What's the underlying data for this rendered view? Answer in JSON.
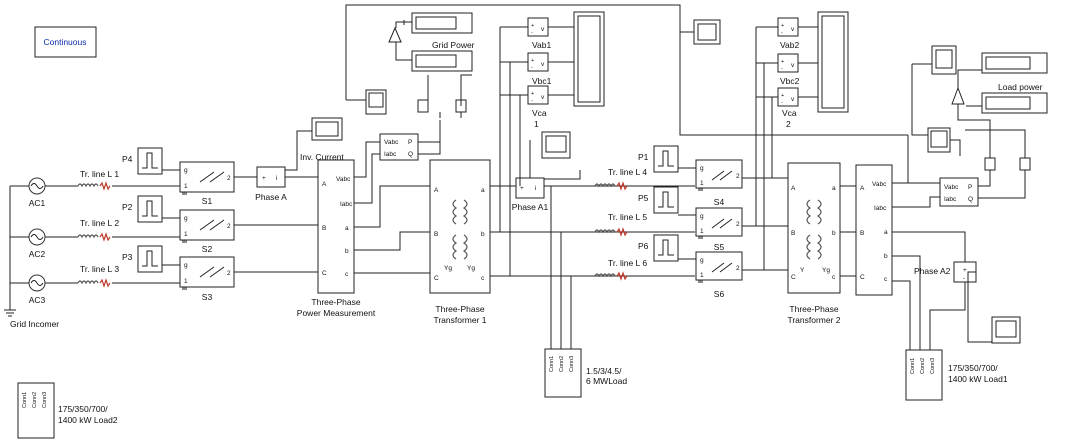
{
  "continuous_block": {
    "label": "Continuous",
    "color": "#0a2aa8"
  },
  "sources": [
    {
      "name": "AC1"
    },
    {
      "name": "AC2"
    },
    {
      "name": "AC3"
    }
  ],
  "grid_label": "Grid Incomer",
  "lines": [
    {
      "label": "Tr. line L 1"
    },
    {
      "label": "Tr. line L 2"
    },
    {
      "label": "Tr. line L 3"
    },
    {
      "label": "Tr. line L 4"
    },
    {
      "label": "Tr. line L 5"
    },
    {
      "label": "Tr. line L 6"
    }
  ],
  "pulse_labels": [
    "P4",
    "P2",
    "P3",
    "P1",
    "P5",
    "P6"
  ],
  "switch_labels": [
    "S1",
    "S2",
    "S3",
    "S4",
    "S5",
    "S6"
  ],
  "phase_blocks": [
    "Phase A",
    "Phase A1",
    "Phase A2"
  ],
  "power_meas": {
    "title": "Three-Phase\nPower Measurement",
    "ports_left": [
      "A",
      "B",
      "C"
    ],
    "ports_right": [
      "Vabc",
      "Iabc",
      "a",
      "b",
      "c"
    ]
  },
  "inv_current": "Inv. Current",
  "pq_block": {
    "ports_left": [
      "Vabc",
      "Iabc"
    ],
    "ports_right": [
      "P",
      "Q"
    ]
  },
  "grid_power": "Grid Power",
  "load_power": "Load power",
  "transformer1": {
    "title": "Three-Phase\nTransformer 1",
    "ports_left": [
      "A",
      "B",
      "C"
    ],
    "ports_right": [
      "a",
      "b",
      "c"
    ],
    "windings": [
      "Yg",
      "Yg"
    ]
  },
  "transformer2": {
    "title": "Three-Phase\nTransformer 2",
    "ports_left": [
      "A",
      "B",
      "C"
    ],
    "ports_right": [
      "a",
      "b",
      "c"
    ],
    "windings": [
      "Y",
      "Yg"
    ]
  },
  "meas2": {
    "ports_left": [
      "A",
      "B",
      "C"
    ],
    "ports_right": [
      "Vabc",
      "Iabc",
      "a",
      "b",
      "c"
    ]
  },
  "voltmeters1": [
    "Vab1",
    "Vbc1",
    "Vca\n1"
  ],
  "voltmeters2": [
    "Vab2",
    "Vbc2",
    "Vca\n2"
  ],
  "load_mid": {
    "label": "1.5/3/4.5/\n6 MWLoad",
    "ports": [
      "Conn1",
      "Conn2",
      "Conn3"
    ]
  },
  "load1": {
    "label": "175/350/700/\n1400 kW Load1",
    "ports": [
      "Conn1",
      "Conn2",
      "Conn3"
    ]
  },
  "load2": {
    "label": "175/350/700/\n1400 kW Load2",
    "ports": [
      "Conn1",
      "Conn2",
      "Conn3"
    ]
  },
  "switch_ports": {
    "g": "g",
    "one": "1",
    "two": "2"
  },
  "sum_signs": {
    "plus": "+",
    "minus": "-",
    "i": "i",
    "v": "v"
  }
}
